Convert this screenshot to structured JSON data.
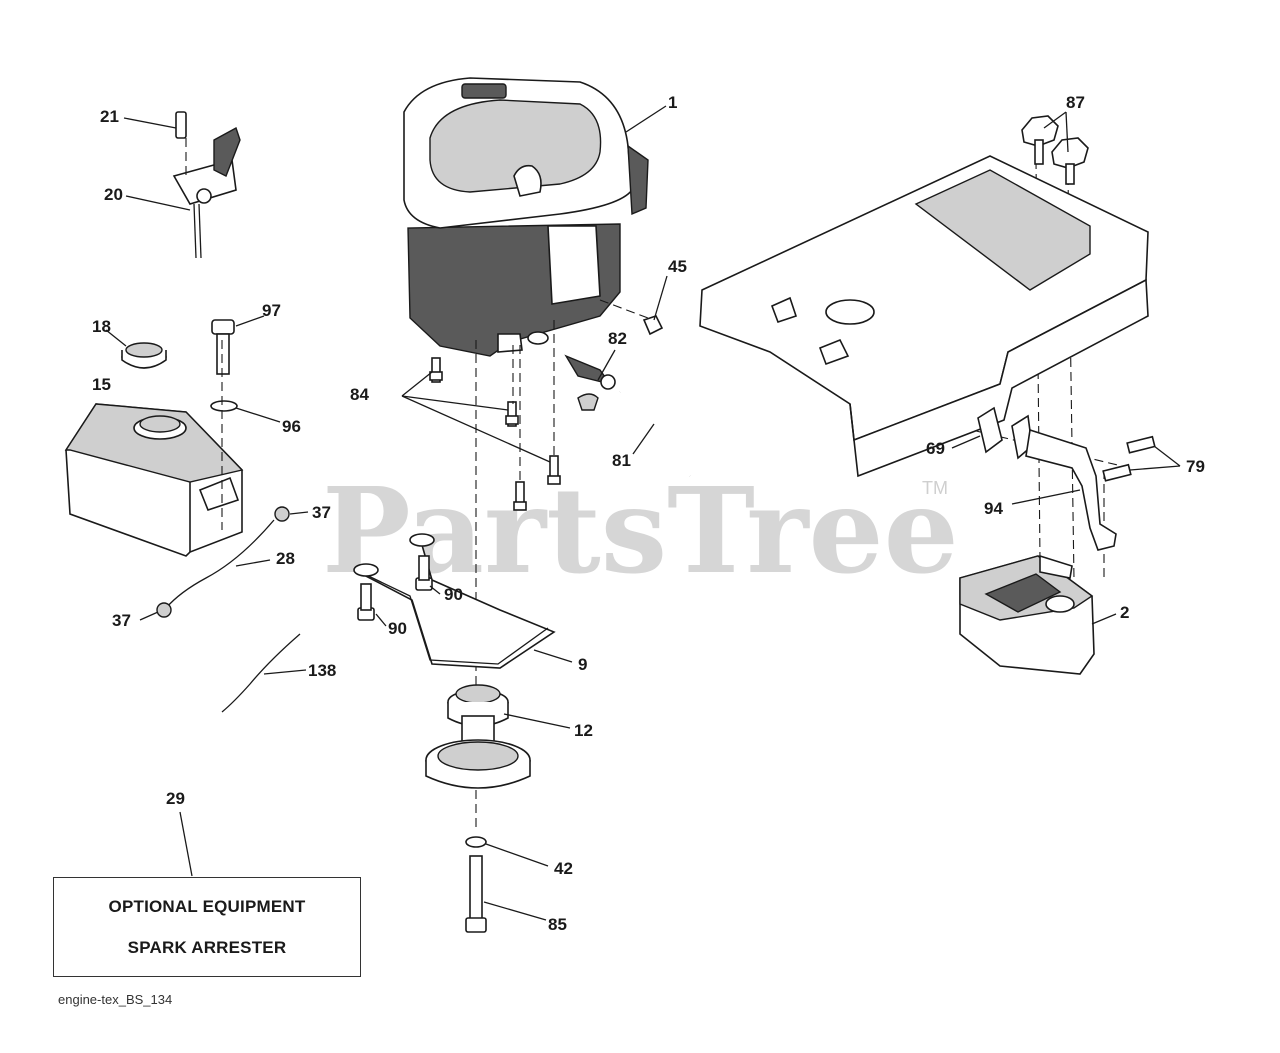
{
  "watermark": {
    "brand": "PartsTree",
    "tm": "TM"
  },
  "callouts": {
    "c1": "1",
    "c2": "2",
    "c9": "9",
    "c12": "12",
    "c15": "15",
    "c18": "18",
    "c20": "20",
    "c21": "21",
    "c28": "28",
    "c29": "29",
    "c37a": "37",
    "c37b": "37",
    "c42": "42",
    "c45": "45",
    "c69": "69",
    "c79": "79",
    "c81": "81",
    "c82": "82",
    "c84": "84",
    "c85": "85",
    "c87": "87",
    "c90a": "90",
    "c90b": "90",
    "c94": "94",
    "c96": "96",
    "c97": "97",
    "c138": "138"
  },
  "optional_box": {
    "line1": "OPTIONAL EQUIPMENT",
    "line2": "SPARK ARRESTER"
  },
  "footer": {
    "code": "engine-tex_BS_134"
  }
}
